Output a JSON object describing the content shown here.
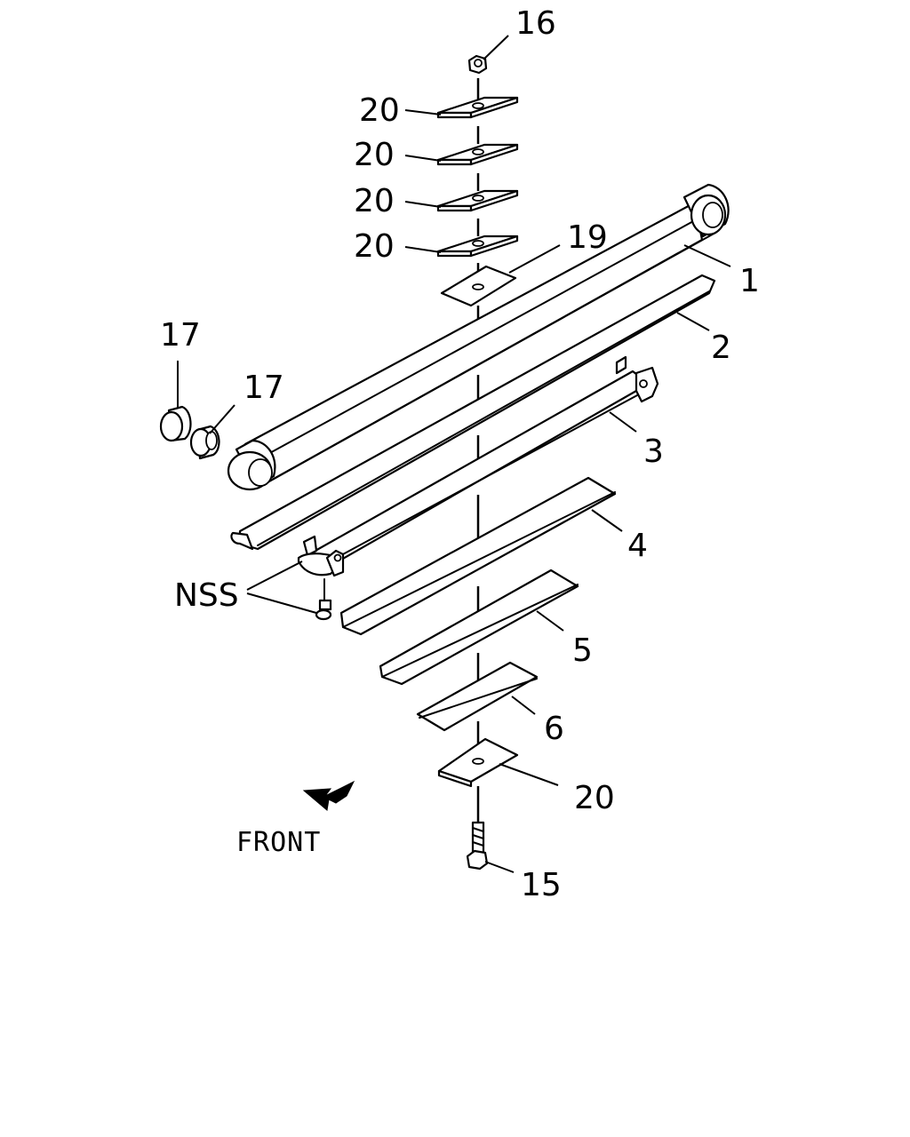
{
  "callouts": {
    "c16": "16",
    "c20_a": "20",
    "c20_b": "20",
    "c20_c": "20",
    "c20_d": "20",
    "c19": "19",
    "c1": "1",
    "c2": "2",
    "c17_a": "17",
    "c17_b": "17",
    "c3": "3",
    "c4": "4",
    "nss": "NSS",
    "c5": "5",
    "c6": "6",
    "c20_e": "20",
    "c15": "15"
  },
  "front_label": "FRONT",
  "colors": {
    "line": "#000000",
    "background": "#ffffff"
  },
  "icons": {
    "front_arrow": "arrow-down-left-icon"
  }
}
